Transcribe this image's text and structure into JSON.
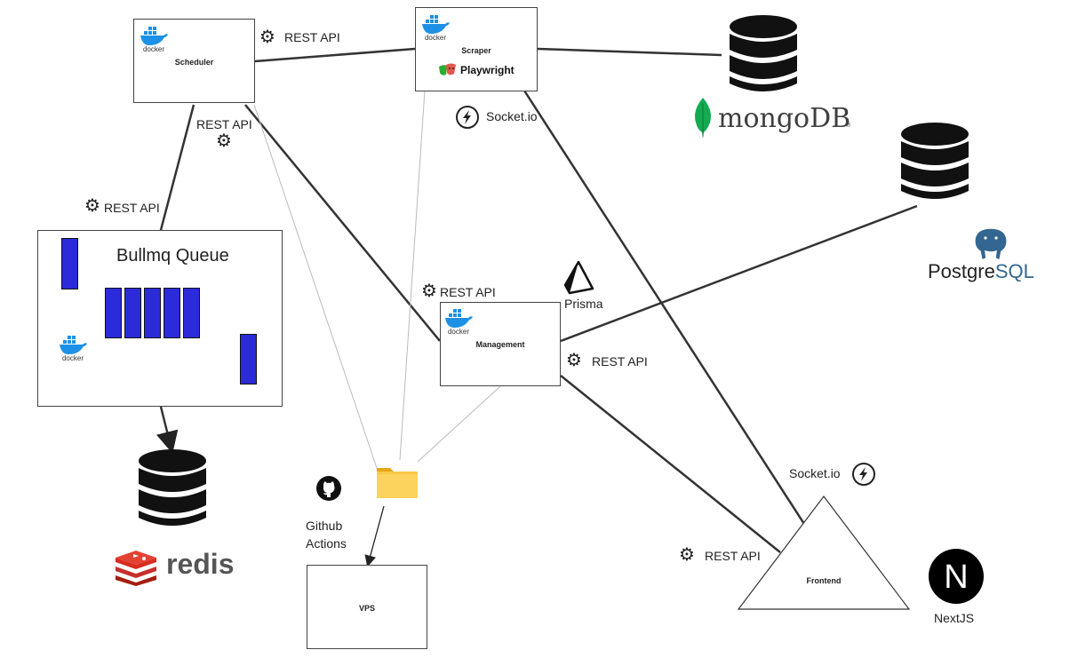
{
  "nodes": {
    "scheduler": "Scheduler",
    "scraper": "Scraper",
    "playwright": "Playwright",
    "management": "Management",
    "vps": "VPS",
    "frontend": "Frontend",
    "queue": "Bullmq Queue"
  },
  "labels": {
    "rest_api": "REST API",
    "socket_io": "Socket.io",
    "prisma": "Prisma",
    "github_actions_line1": "Github",
    "github_actions_line2": "Actions",
    "nextjs": "NextJS",
    "docker": "docker"
  },
  "logos": {
    "mongodb_text": "mongoDB",
    "mongodb_mark": "®",
    "postgres_text_a": "Postgre",
    "postgres_text_b": "SQL",
    "redis_text": "redis",
    "nextjs_glyph": "N"
  },
  "colors": {
    "queue_blue": "#2b2bd9",
    "mongo_green": "#13aa52",
    "postgres_blue": "#336791",
    "redis_red": "#d82c20",
    "docker_blue": "#1d91e6",
    "folder_yellow": "#f7c948"
  }
}
